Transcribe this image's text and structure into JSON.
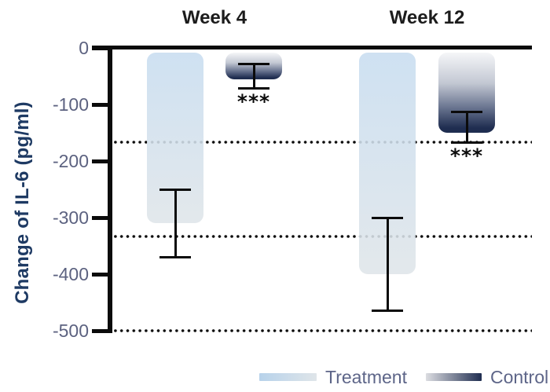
{
  "chart_data": {
    "type": "bar",
    "title": "",
    "ylabel": "Change of IL-6 (pg/ml)",
    "groups": [
      "Week 4",
      "Week 12"
    ],
    "series": [
      {
        "name": "Treatment",
        "values": [
          -310,
          -400
        ],
        "error_high": [
          -250,
          -300
        ],
        "error_low": [
          -370,
          -465
        ],
        "significance": [
          "",
          ""
        ]
      },
      {
        "name": "Control",
        "values": [
          -55,
          -150
        ],
        "error_high": [
          -28,
          -113
        ],
        "error_low": [
          -72,
          -168
        ],
        "significance": [
          "***",
          "***"
        ]
      }
    ],
    "yticks": [
      0,
      -100,
      -200,
      -300,
      -400,
      -500
    ],
    "ytick_labels": [
      "0",
      "-100",
      "-200",
      "-300",
      "-400",
      "-500"
    ],
    "ylim": [
      0,
      -500
    ],
    "reference_lines": [
      -167,
      -333,
      -500
    ],
    "grid": "horizontal dotted reference lines",
    "legend": [
      "Treatment",
      "Control"
    ],
    "legend_position": "bottom-right",
    "significance_marker": "***",
    "colors": {
      "treatment_top": "#c8ddf0",
      "treatment_bottom": "#dfe5e9",
      "control_top": "#f5f6f8",
      "control_mid1": "#c3c8d3",
      "control_mid2": "#6b7691",
      "control_bottom": "#1f2d50",
      "axis": "#0b0b0b",
      "tick_label": "#5c6280",
      "ylabel_text": "#1e3a63",
      "legend_text": "#5d6588",
      "week_label": "#1c1c1c"
    }
  }
}
